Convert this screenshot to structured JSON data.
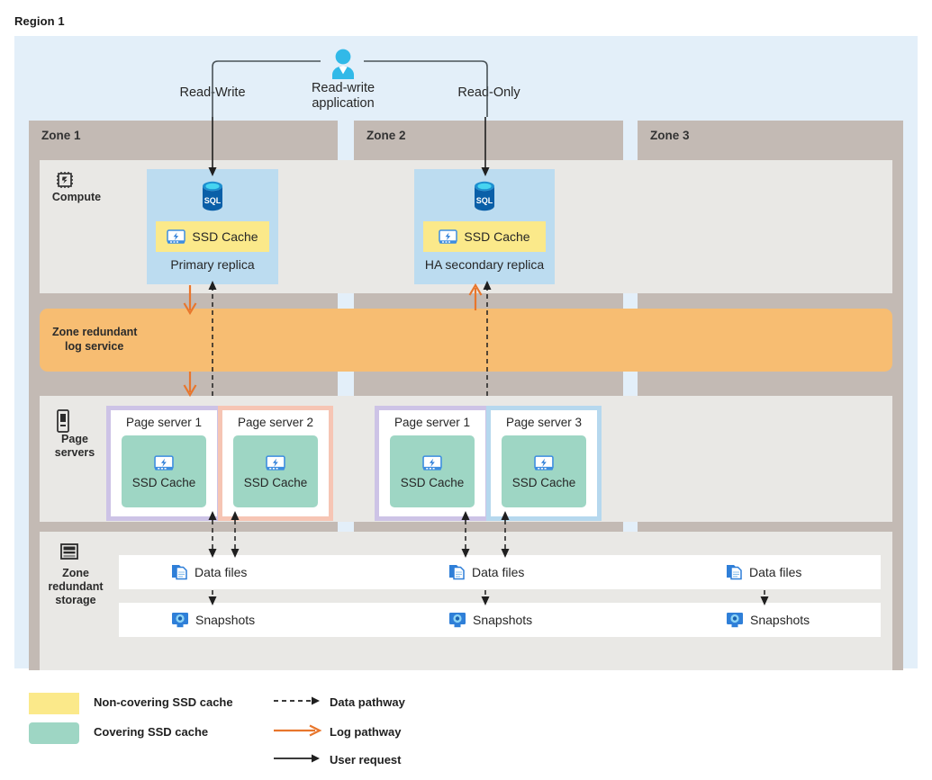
{
  "region": {
    "title": "Region 1"
  },
  "application": {
    "icon": "person-icon",
    "label": "Read-write\napplication",
    "label_line1": "Read-write",
    "label_line2": "application",
    "read_write_label": "Read-Write",
    "read_only_label": "Read-Only"
  },
  "zones": [
    {
      "name": "Zone 1"
    },
    {
      "name": "Zone 2"
    },
    {
      "name": "Zone 3"
    }
  ],
  "tiers": {
    "compute": {
      "label": "Compute",
      "icon": "cpu-chip-icon"
    },
    "log": {
      "label_line1": "Zone redundant",
      "label_line2": "log service"
    },
    "page_servers": {
      "label_line1": "Page",
      "label_line2": "servers",
      "icon": "server-rack-icon"
    },
    "storage": {
      "label_line1": "Zone",
      "label_line2": "redundant",
      "label_line3": "storage",
      "icon": "storage-stack-icon"
    }
  },
  "replicas": [
    {
      "icon": "sql-database-icon",
      "cache_label": "SSD Cache",
      "cache_icon": "ssd-drive-icon",
      "name": "Primary replica",
      "zone": "Zone 1"
    },
    {
      "icon": "sql-database-icon",
      "cache_label": "SSD Cache",
      "cache_icon": "ssd-drive-icon",
      "name": "HA secondary replica",
      "zone": "Zone 2"
    }
  ],
  "page_servers": [
    {
      "title": "Page server 1",
      "cache_label": "SSD Cache",
      "cache_icon": "ssd-drive-icon",
      "border_color": "#cdc3e6"
    },
    {
      "title": "Page server 2",
      "cache_label": "SSD Cache",
      "cache_icon": "ssd-drive-icon",
      "border_color": "#f6c5b4"
    },
    {
      "title": "Page server 1",
      "cache_label": "SSD Cache",
      "cache_icon": "ssd-drive-icon",
      "border_color": "#cdc3e6"
    },
    {
      "title": "Page server 3",
      "cache_label": "SSD Cache",
      "cache_icon": "ssd-drive-icon",
      "border_color": "#b6d8ee"
    }
  ],
  "storage": {
    "data_files_label": "Data files",
    "data_files_icon": "documents-icon",
    "snapshots_label": "Snapshots",
    "snapshots_icon": "snapshot-monitor-icon",
    "data_files_cells": [
      "Data files",
      "Data files",
      "Data files"
    ],
    "snapshots_cells": [
      "Snapshots",
      "Snapshots",
      "Snapshots"
    ]
  },
  "legend": {
    "swatches": [
      {
        "label": "Non-covering SSD cache",
        "color": "#fbe98a"
      },
      {
        "label": "Covering SSD cache",
        "color": "#9ed6c4"
      }
    ],
    "arrows": [
      {
        "label": "Data pathway",
        "style": "dashed",
        "color": "#000000"
      },
      {
        "label": "Log pathway",
        "style": "solid",
        "color": "#e8762c"
      },
      {
        "label": "User request",
        "style": "solid",
        "color": "#1f1f1f"
      }
    ]
  },
  "colors": {
    "region_bg": "#e3eff9",
    "zone_bar": "#c3bab4",
    "band_bg": "#e9e8e5",
    "log_band": "#f7bd72",
    "replica_bg": "#bcdcf0",
    "noncovering_cache": "#fbe98a",
    "covering_cache": "#9ed6c4",
    "log_arrow": "#e8762c",
    "data_arrow": "#000000"
  }
}
